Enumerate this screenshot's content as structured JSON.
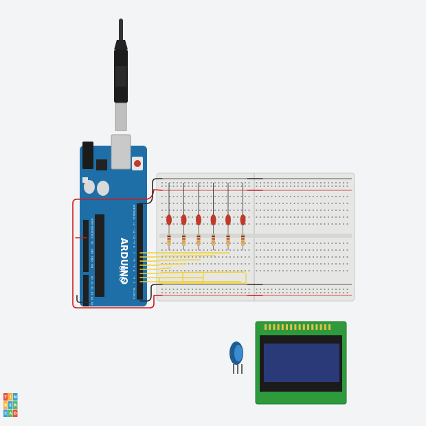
{
  "board": {
    "brand": "ARDUINO",
    "model": "UNO",
    "header_labels": [
      "AREF",
      "GND",
      "13",
      "12",
      "~11",
      "~10",
      "~9",
      "8",
      "7",
      "~6",
      "~5",
      "4",
      "~3",
      "2",
      "TX 1",
      "RX 0"
    ],
    "power_labels": [
      "IOREF",
      "RESET",
      "3V3",
      "5V",
      "GND",
      "GND",
      "VIN"
    ],
    "analog_labels": [
      "A0",
      "A1",
      "A2",
      "A3",
      "A4",
      "A5"
    ]
  },
  "leds": {
    "count": 6,
    "color": "#c0392b"
  },
  "resistors": {
    "count": 6
  },
  "lcd": {
    "pins": 16
  },
  "logo": {
    "letters": [
      "TIN",
      "KER",
      "CAD"
    ],
    "colors": [
      "#e8533e",
      "#f6b635",
      "#3aa0d9",
      "#5cb85c"
    ]
  },
  "colors": {
    "board": "#1e6fa8",
    "breadboard": "#e6e6e4",
    "wire_signal": "#f2d22e",
    "wire_power": "#d11a1a",
    "wire_ground": "#2a2a2a",
    "lcd_pcb": "#2e9a3c",
    "lcd_screen": "#2a3a78"
  }
}
